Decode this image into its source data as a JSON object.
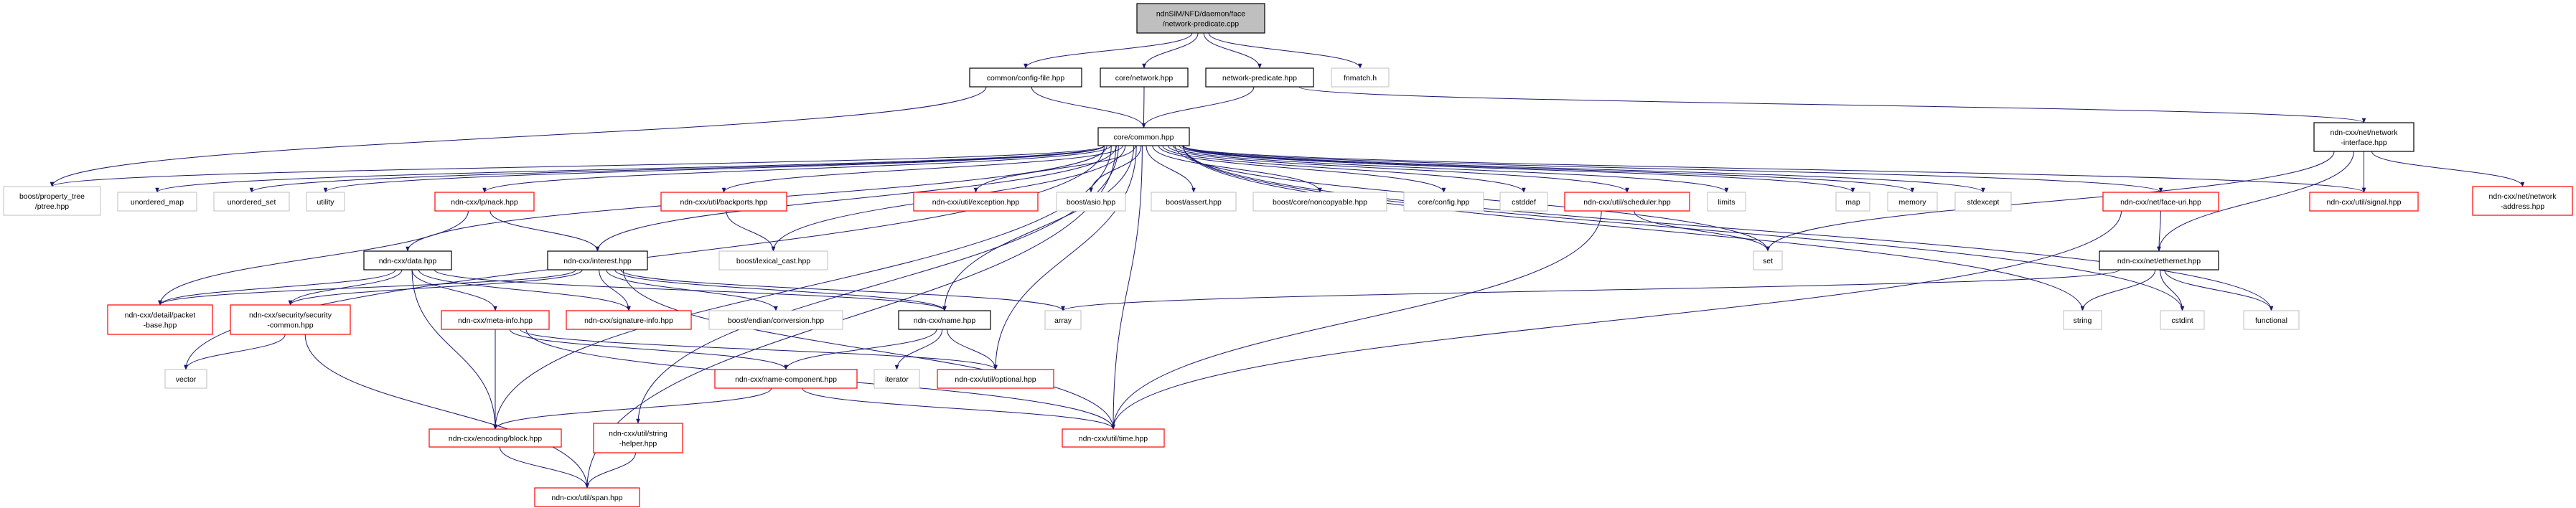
{
  "colors": {
    "edge": "#191970",
    "root_fill": "#bfbfbf",
    "documented_border": "#000000",
    "undocumented_border": "#ff0000",
    "system_border": "#bfbfbf"
  },
  "nodes": [
    {
      "id": "root",
      "kind": "root",
      "lines": [
        "ndnSIM/NFD/daemon/face",
        "/network-predicate.cpp"
      ]
    },
    {
      "id": "configfile",
      "kind": "doc",
      "lines": [
        "common/config-file.hpp"
      ]
    },
    {
      "id": "corenetwork",
      "kind": "doc",
      "lines": [
        "core/network.hpp"
      ]
    },
    {
      "id": "netpred",
      "kind": "doc",
      "lines": [
        "network-predicate.hpp"
      ]
    },
    {
      "id": "fnmatch",
      "kind": "sys",
      "lines": [
        "fnmatch.h"
      ]
    },
    {
      "id": "common",
      "kind": "doc",
      "lines": [
        "core/common.hpp"
      ]
    },
    {
      "id": "netif",
      "kind": "doc",
      "lines": [
        "ndn-cxx/net/network",
        "-interface.hpp"
      ]
    },
    {
      "id": "ptree",
      "kind": "sys",
      "lines": [
        "boost/property_tree",
        "/ptree.hpp"
      ]
    },
    {
      "id": "umap",
      "kind": "sys",
      "lines": [
        "unordered_map"
      ]
    },
    {
      "id": "uset",
      "kind": "sys",
      "lines": [
        "unordered_set"
      ]
    },
    {
      "id": "utility",
      "kind": "sys",
      "lines": [
        "utility"
      ]
    },
    {
      "id": "nack",
      "kind": "red",
      "lines": [
        "ndn-cxx/lp/nack.hpp"
      ]
    },
    {
      "id": "backports",
      "kind": "red",
      "lines": [
        "ndn-cxx/util/backports.hpp"
      ]
    },
    {
      "id": "exception",
      "kind": "red",
      "lines": [
        "ndn-cxx/util/exception.hpp"
      ]
    },
    {
      "id": "asio",
      "kind": "sys",
      "lines": [
        "boost/asio.hpp"
      ]
    },
    {
      "id": "assert",
      "kind": "sys",
      "lines": [
        "boost/assert.hpp"
      ]
    },
    {
      "id": "noncopyable",
      "kind": "sys",
      "lines": [
        "boost/core/noncopyable.hpp"
      ]
    },
    {
      "id": "config",
      "kind": "sys",
      "lines": [
        "core/config.hpp"
      ]
    },
    {
      "id": "cstddef",
      "kind": "sys",
      "lines": [
        "cstddef"
      ]
    },
    {
      "id": "scheduler",
      "kind": "red",
      "lines": [
        "ndn-cxx/util/scheduler.hpp"
      ]
    },
    {
      "id": "limits",
      "kind": "sys",
      "lines": [
        "limits"
      ]
    },
    {
      "id": "map",
      "kind": "sys",
      "lines": [
        "map"
      ]
    },
    {
      "id": "memory",
      "kind": "sys",
      "lines": [
        "memory"
      ]
    },
    {
      "id": "stdexcept",
      "kind": "sys",
      "lines": [
        "stdexcept"
      ]
    },
    {
      "id": "faceuri",
      "kind": "red",
      "lines": [
        "ndn-cxx/net/face-uri.hpp"
      ]
    },
    {
      "id": "signal",
      "kind": "red",
      "lines": [
        "ndn-cxx/util/signal.hpp"
      ]
    },
    {
      "id": "netaddr",
      "kind": "red",
      "lines": [
        "ndn-cxx/net/network",
        "-address.hpp"
      ]
    },
    {
      "id": "data",
      "kind": "doc",
      "lines": [
        "ndn-cxx/data.hpp"
      ]
    },
    {
      "id": "interest",
      "kind": "doc",
      "lines": [
        "ndn-cxx/interest.hpp"
      ]
    },
    {
      "id": "lexcast",
      "kind": "sys",
      "lines": [
        "boost/lexical_cast.hpp"
      ]
    },
    {
      "id": "set",
      "kind": "sys",
      "lines": [
        "set"
      ]
    },
    {
      "id": "ethernet",
      "kind": "doc",
      "lines": [
        "ndn-cxx/net/ethernet.hpp"
      ]
    },
    {
      "id": "packetbase",
      "kind": "red",
      "lines": [
        "ndn-cxx/detail/packet",
        "-base.hpp"
      ]
    },
    {
      "id": "seccommon",
      "kind": "red",
      "lines": [
        "ndn-cxx/security/security",
        "-common.hpp"
      ]
    },
    {
      "id": "metainfo",
      "kind": "red",
      "lines": [
        "ndn-cxx/meta-info.hpp"
      ]
    },
    {
      "id": "siginfo",
      "kind": "red",
      "lines": [
        "ndn-cxx/signature-info.hpp"
      ]
    },
    {
      "id": "endian",
      "kind": "sys",
      "lines": [
        "boost/endian/conversion.hpp"
      ]
    },
    {
      "id": "name",
      "kind": "doc",
      "lines": [
        "ndn-cxx/name.hpp"
      ]
    },
    {
      "id": "array",
      "kind": "sys",
      "lines": [
        "array"
      ]
    },
    {
      "id": "string",
      "kind": "sys",
      "lines": [
        "string"
      ]
    },
    {
      "id": "cstdint",
      "kind": "sys",
      "lines": [
        "cstdint"
      ]
    },
    {
      "id": "functional",
      "kind": "sys",
      "lines": [
        "functional"
      ]
    },
    {
      "id": "vector",
      "kind": "sys",
      "lines": [
        "vector"
      ]
    },
    {
      "id": "namecomp",
      "kind": "red",
      "lines": [
        "ndn-cxx/name-component.hpp"
      ]
    },
    {
      "id": "iterator",
      "kind": "sys",
      "lines": [
        "iterator"
      ]
    },
    {
      "id": "optional",
      "kind": "red",
      "lines": [
        "ndn-cxx/util/optional.hpp"
      ]
    },
    {
      "id": "block",
      "kind": "red",
      "lines": [
        "ndn-cxx/encoding/block.hpp"
      ]
    },
    {
      "id": "strhelper",
      "kind": "red",
      "lines": [
        "ndn-cxx/util/string",
        "-helper.hpp"
      ]
    },
    {
      "id": "time",
      "kind": "red",
      "lines": [
        "ndn-cxx/util/time.hpp"
      ]
    },
    {
      "id": "span",
      "kind": "red",
      "lines": [
        "ndn-cxx/util/span.hpp"
      ]
    }
  ],
  "edges": [
    [
      "root",
      "configfile"
    ],
    [
      "root",
      "corenetwork"
    ],
    [
      "root",
      "netpred"
    ],
    [
      "root",
      "fnmatch"
    ],
    [
      "configfile",
      "common"
    ],
    [
      "configfile",
      "ptree"
    ],
    [
      "corenetwork",
      "common"
    ],
    [
      "netpred",
      "common"
    ],
    [
      "netpred",
      "netif"
    ],
    [
      "common",
      "ptree"
    ],
    [
      "common",
      "umap"
    ],
    [
      "common",
      "uset"
    ],
    [
      "common",
      "utility"
    ],
    [
      "common",
      "nack"
    ],
    [
      "common",
      "backports"
    ],
    [
      "common",
      "exception"
    ],
    [
      "common",
      "asio"
    ],
    [
      "common",
      "assert"
    ],
    [
      "common",
      "noncopyable"
    ],
    [
      "common",
      "config"
    ],
    [
      "common",
      "cstddef"
    ],
    [
      "common",
      "scheduler"
    ],
    [
      "common",
      "limits"
    ],
    [
      "common",
      "map"
    ],
    [
      "common",
      "memory"
    ],
    [
      "common",
      "stdexcept"
    ],
    [
      "common",
      "faceuri"
    ],
    [
      "common",
      "signal"
    ],
    [
      "common",
      "set"
    ],
    [
      "common",
      "string"
    ],
    [
      "common",
      "cstdint"
    ],
    [
      "common",
      "functional"
    ],
    [
      "common",
      "vector"
    ],
    [
      "common",
      "data"
    ],
    [
      "common",
      "interest"
    ],
    [
      "common",
      "lexcast"
    ],
    [
      "common",
      "block"
    ],
    [
      "common",
      "name"
    ],
    [
      "common",
      "optional"
    ],
    [
      "common",
      "time"
    ],
    [
      "common",
      "span"
    ],
    [
      "common",
      "strhelper"
    ],
    [
      "netif",
      "set"
    ],
    [
      "netif",
      "signal"
    ],
    [
      "netif",
      "netaddr"
    ],
    [
      "netif",
      "ethernet"
    ],
    [
      "nack",
      "packetbase"
    ],
    [
      "nack",
      "interest"
    ],
    [
      "backports",
      "lexcast"
    ],
    [
      "scheduler",
      "set"
    ],
    [
      "scheduler",
      "time"
    ],
    [
      "faceuri",
      "ethernet"
    ],
    [
      "faceuri",
      "time"
    ],
    [
      "ethernet",
      "array"
    ],
    [
      "ethernet",
      "string"
    ],
    [
      "ethernet",
      "cstdint"
    ],
    [
      "ethernet",
      "functional"
    ],
    [
      "data",
      "packetbase"
    ],
    [
      "data",
      "seccommon"
    ],
    [
      "data",
      "metainfo"
    ],
    [
      "data",
      "siginfo"
    ],
    [
      "data",
      "block"
    ],
    [
      "data",
      "name"
    ],
    [
      "interest",
      "packetbase"
    ],
    [
      "interest",
      "seccommon"
    ],
    [
      "interest",
      "siginfo"
    ],
    [
      "interest",
      "endian"
    ],
    [
      "interest",
      "name"
    ],
    [
      "interest",
      "array"
    ],
    [
      "interest",
      "time"
    ],
    [
      "seccommon",
      "vector"
    ],
    [
      "seccommon",
      "span"
    ],
    [
      "metainfo",
      "block"
    ],
    [
      "metainfo",
      "namecomp"
    ],
    [
      "metainfo",
      "optional"
    ],
    [
      "metainfo",
      "time"
    ],
    [
      "name",
      "namecomp"
    ],
    [
      "name",
      "iterator"
    ],
    [
      "name",
      "optional"
    ],
    [
      "namecomp",
      "block"
    ],
    [
      "namecomp",
      "time"
    ],
    [
      "block",
      "span"
    ],
    [
      "strhelper",
      "span"
    ]
  ]
}
